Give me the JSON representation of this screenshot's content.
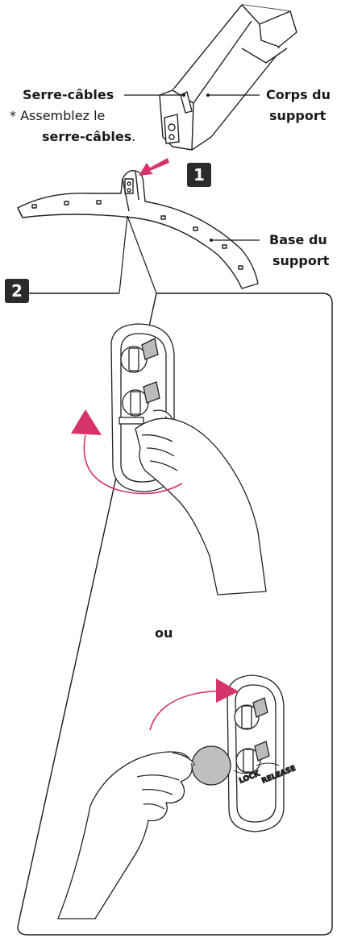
{
  "labels": {
    "cable_holder": "Serre-câbles",
    "note_line1": "* Assemblez le",
    "note_line2": "serre-câbles",
    "note_period": ".",
    "stand_body_line1": "Corps du",
    "stand_body_line2": "support",
    "stand_base_line1": "Base du",
    "stand_base_line2": "support",
    "or": "ou"
  },
  "steps": {
    "step1": "1",
    "step2": "2"
  },
  "colors": {
    "arrow": "#d6336c",
    "line": "#1a1a1a",
    "box": "#1a1a1a"
  }
}
